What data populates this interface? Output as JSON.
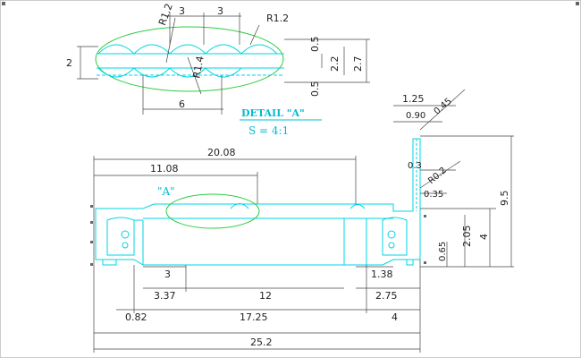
{
  "colors": {
    "background": "#ffffff",
    "profile": "#00d4e6",
    "dimension": "#222222",
    "highlight": "#2ecc40",
    "title": "#00bcd4"
  },
  "detail": {
    "title": "DETAIL \"A\"",
    "scale": "S = 4:1",
    "dims": {
      "r_top_left": "R1.2",
      "r_top_right": "R1.2",
      "w3_a": "3",
      "w3_b": "3",
      "h2": "2",
      "h05_top": "0.5",
      "h22": "2.2",
      "h27": "2.7",
      "h05_bot": "0.5",
      "w6": "6",
      "r14": "R1.4"
    }
  },
  "main": {
    "callout": "\"A\"",
    "dims": {
      "d2008": "20.08",
      "d1108": "11.08",
      "d3": "3",
      "d337": "3.37",
      "d12": "12",
      "d138": "1.38",
      "d275": "2.75",
      "d082": "0.82",
      "d1725": "17.25",
      "d4_bottom": "4",
      "d252": "25.2",
      "d125": "1.25",
      "d090": "0.90",
      "d045": "0.45",
      "d03": "0.3",
      "r02": "R0.2",
      "d035": "0.35",
      "d95": "9.5",
      "d205": "2.05",
      "d4_right": "4",
      "d065": "0.65"
    }
  }
}
